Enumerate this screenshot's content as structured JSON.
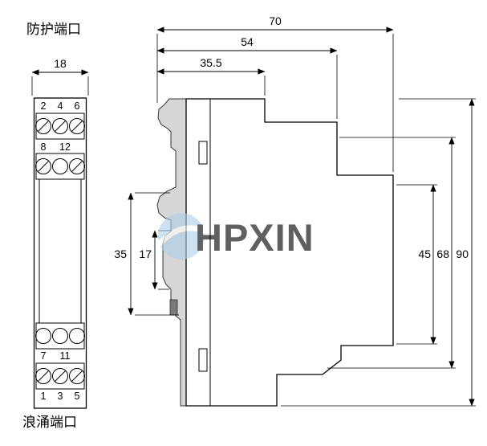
{
  "labels": {
    "protection_port": "防护端口",
    "surge_port": "浪涌端口"
  },
  "dimensions": {
    "front_width": "18",
    "depth_total": "70",
    "depth_mid": "54",
    "depth_front": "35.5",
    "rail_outer": "35",
    "rail_inner": "17",
    "height_inner": "45",
    "height_mid": "68",
    "height_total": "90"
  },
  "terminals": {
    "row1": [
      "2",
      "4",
      "6"
    ],
    "row2": [
      "8",
      "12"
    ],
    "row3": [
      "7",
      "11"
    ],
    "row4": [
      "1",
      "3",
      "5"
    ]
  },
  "watermark": {
    "text": "HPXIN",
    "color": "#a6c9e6"
  }
}
